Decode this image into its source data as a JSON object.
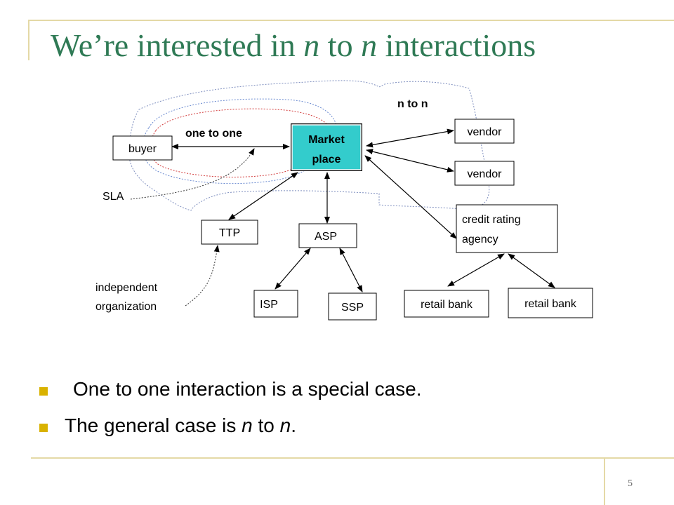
{
  "title": {
    "prefix": "We’re interested in ",
    "n1": "n",
    "mid": " to ",
    "n2": "n",
    "suffix": " interactions"
  },
  "diagram": {
    "one_to_one_label": "one to one",
    "n_to_n_label": "n to n",
    "buyer": "buyer",
    "marketplace": {
      "line1": "Market",
      "line2": "place"
    },
    "vendor_1": "vendor",
    "vendor_2": "vendor",
    "credit_rating": {
      "line1": "credit rating",
      "line2": "agency"
    },
    "ttp": "TTP",
    "asp": "ASP",
    "isp": "ISP",
    "ssp": "SSP",
    "retail_bank_1": "retail bank",
    "retail_bank_2": "retail bank",
    "sla_label": "SLA",
    "independent_org": {
      "line1": "independent",
      "line2": "organization"
    }
  },
  "bullets": [
    {
      "text": "One to one interaction is a special case."
    },
    {
      "prefix": "The general case is ",
      "n1": "n",
      "mid": " to ",
      "n2": "n",
      "suffix": "."
    }
  ],
  "page_number": "5",
  "colors": {
    "title": "#2f7a55",
    "accent": "#d9b200",
    "frame": "#e4d9a6",
    "marketplace_fill": "#33cccc"
  }
}
